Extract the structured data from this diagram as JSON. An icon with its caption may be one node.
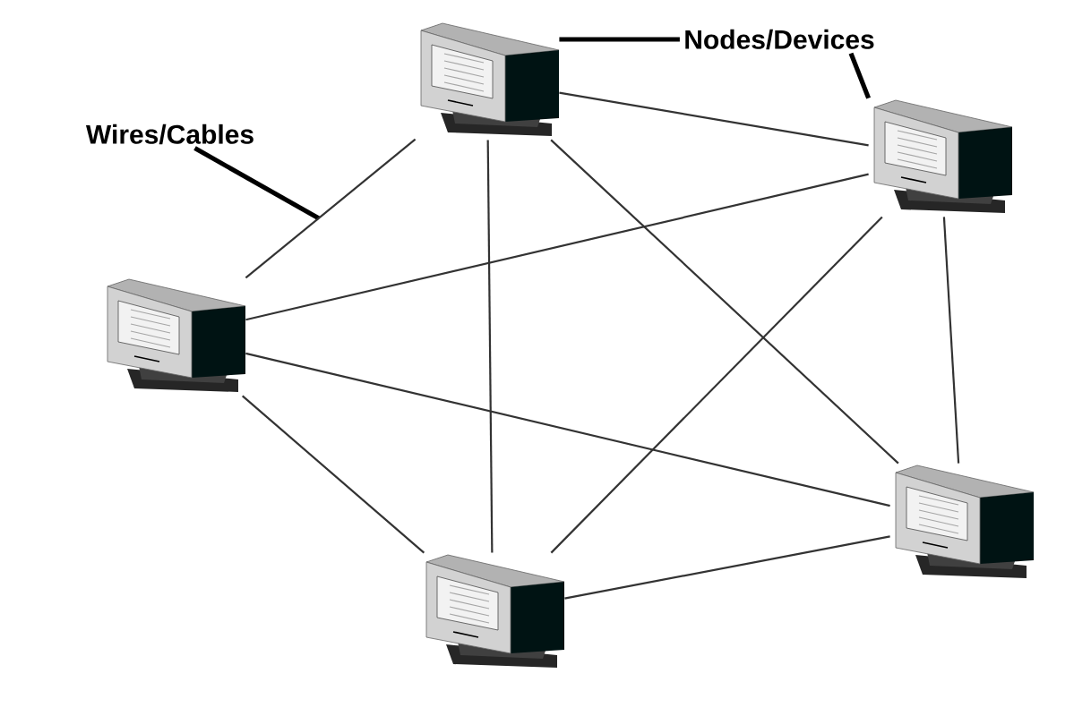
{
  "diagram": {
    "nodes": [
      {
        "text": [],
        "shape": "picture"
      },
      {
        "text": [
          "Nodes/Devices"
        ]
      },
      {
        "text": [],
        "shape": "picture"
      },
      {
        "text": [
          "Wires/Cables"
        ]
      },
      {
        "text": [],
        "shape": "picture"
      },
      {
        "text": [],
        "shape": "picture"
      },
      {
        "text": [],
        "shape": "picture"
      }
    ],
    "edges": [
      {
        "from": 1,
        "to": 0,
        "arrow": "none",
        "style": "thick"
      },
      {
        "from": 1,
        "to": 2,
        "arrow": "none",
        "style": "thick"
      },
      {
        "from": 3,
        "to": null,
        "arrow": "none",
        "style": "thick"
      },
      {
        "from": 0,
        "to": 2,
        "arrow": "none"
      },
      {
        "from": 0,
        "to": 4,
        "arrow": "none"
      },
      {
        "from": 0,
        "to": 5,
        "arrow": "none"
      },
      {
        "from": 0,
        "to": 6,
        "arrow": "none"
      },
      {
        "from": 2,
        "to": 4,
        "arrow": "none"
      },
      {
        "from": 2,
        "to": 5,
        "arrow": "none"
      },
      {
        "from": 2,
        "to": 6,
        "arrow": "none"
      },
      {
        "from": 4,
        "to": 5,
        "arrow": "none"
      },
      {
        "from": 4,
        "to": 6,
        "arrow": "none"
      },
      {
        "from": 5,
        "to": 6,
        "arrow": "none"
      }
    ]
  }
}
